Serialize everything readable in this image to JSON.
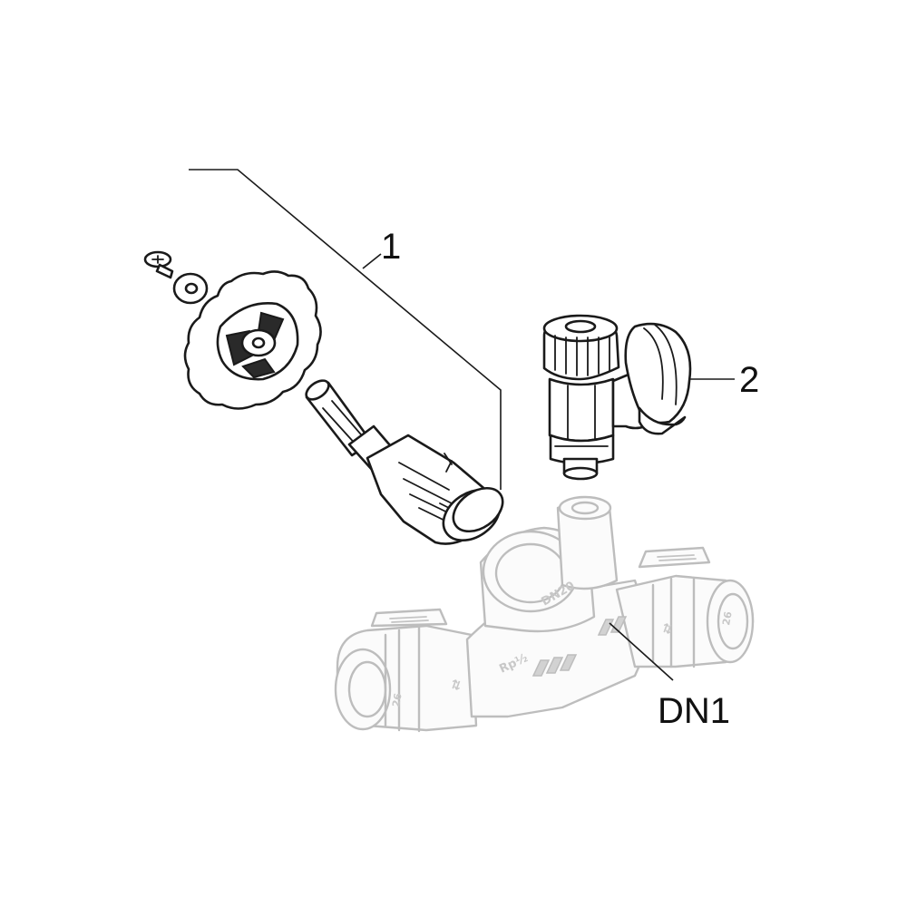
{
  "callouts": {
    "one": "1",
    "two": "2",
    "dn": "DN1"
  },
  "fitting_markings": {
    "dn_stamp": "DN20",
    "thread_stamp": "Rp½",
    "size_left": "26",
    "size_right": "26",
    "arrow_glyph": "⇄"
  },
  "colors": {
    "ink": "#1a1a1a",
    "ghost": "#bdbdbd",
    "background": "#ffffff"
  }
}
